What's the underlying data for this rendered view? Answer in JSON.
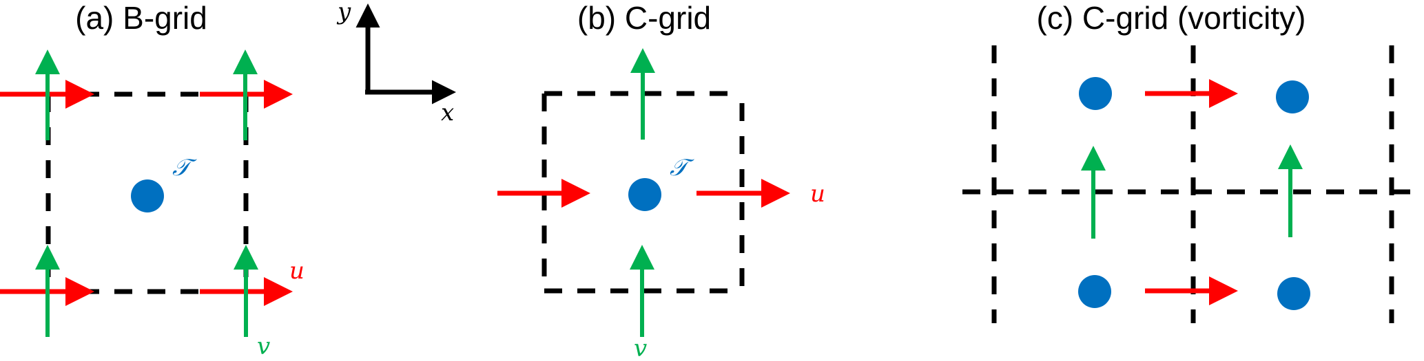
{
  "colors": {
    "u": "#FF0000",
    "v": "#00B050",
    "tracer": "#0070C0",
    "grid": "#000000"
  },
  "axes": {
    "x_label": "x",
    "y_label": "y"
  },
  "panels": [
    {
      "id": "a",
      "title": "(a) B-grid",
      "labels": {
        "tracer": "𝒯",
        "u": "u",
        "v": "v"
      }
    },
    {
      "id": "b",
      "title": "(b) C-grid",
      "labels": {
        "tracer": "𝒯",
        "u": "u",
        "v": "v"
      }
    },
    {
      "id": "c",
      "title": "(c) C-grid (vorticity)"
    }
  ]
}
